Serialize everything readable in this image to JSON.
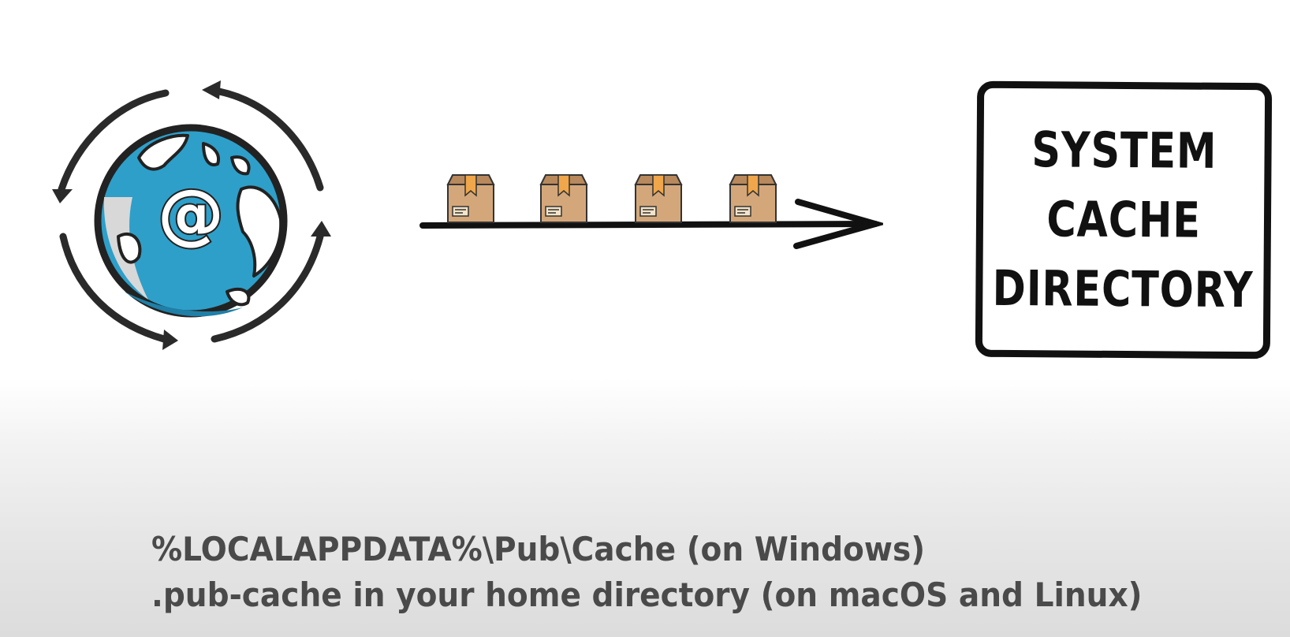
{
  "diagram": {
    "source_icon": "globe-at-sync-icon",
    "package_icon": "cardboard-box-icon",
    "package_count": 4,
    "arrow_icon": "right-arrow-icon",
    "target": {
      "lines": [
        "SYSTEM",
        "CACHE",
        "DIRECTORY"
      ]
    },
    "colors": {
      "ocean": "#2e9fc9",
      "ocean_dark": "#1f7fa6",
      "land": "#ffffff",
      "outline": "#222222",
      "box": "#d4a77a",
      "box_dark": "#b8895c",
      "tape": "#f0a64a"
    }
  },
  "caption": {
    "line1": "%LOCALAPPDATA%\\Pub\\Cache (on Windows)",
    "line2": ".pub-cache in your home directory (on macOS and Linux)"
  }
}
